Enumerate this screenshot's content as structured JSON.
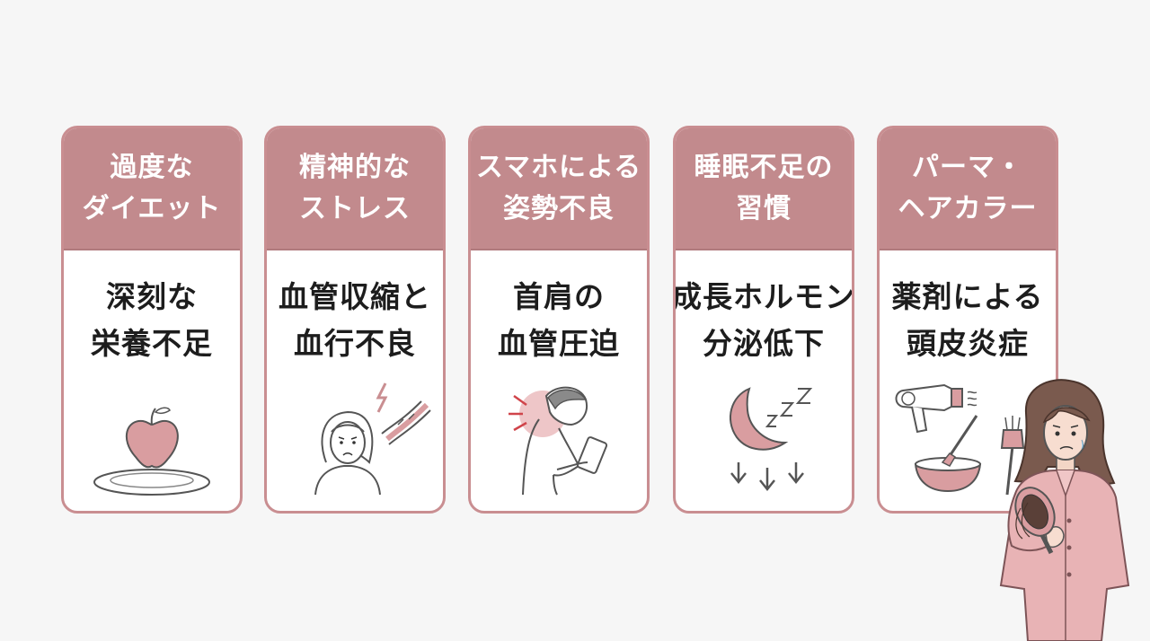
{
  "cards": [
    {
      "cause": [
        "過度な",
        "ダイエット"
      ],
      "effect": [
        "深刻な",
        "栄養不足"
      ],
      "icon": "apple-on-plate-icon"
    },
    {
      "cause": [
        "精神的な",
        "ストレス"
      ],
      "effect": [
        "血管収縮と",
        "血行不良"
      ],
      "icon": "stressed-woman-icon"
    },
    {
      "cause": [
        "スマホによる",
        "姿勢不良"
      ],
      "effect": [
        "首肩の",
        "血管圧迫"
      ],
      "icon": "smartphone-posture-icon"
    },
    {
      "cause": [
        "睡眠不足の",
        "習慣"
      ],
      "effect": [
        "成長ホルモン",
        "分泌低下"
      ],
      "icon": "moon-sleep-icon"
    },
    {
      "cause": [
        "パーマ・",
        "ヘアカラー"
      ],
      "effect": [
        "薬剤による",
        "頭皮炎症"
      ],
      "icon": "hair-dye-tools-icon"
    }
  ],
  "colors": {
    "header": "#c28a8d",
    "border": "#c98e91",
    "accent": "#d99da0",
    "background": "#f6f6f6"
  }
}
